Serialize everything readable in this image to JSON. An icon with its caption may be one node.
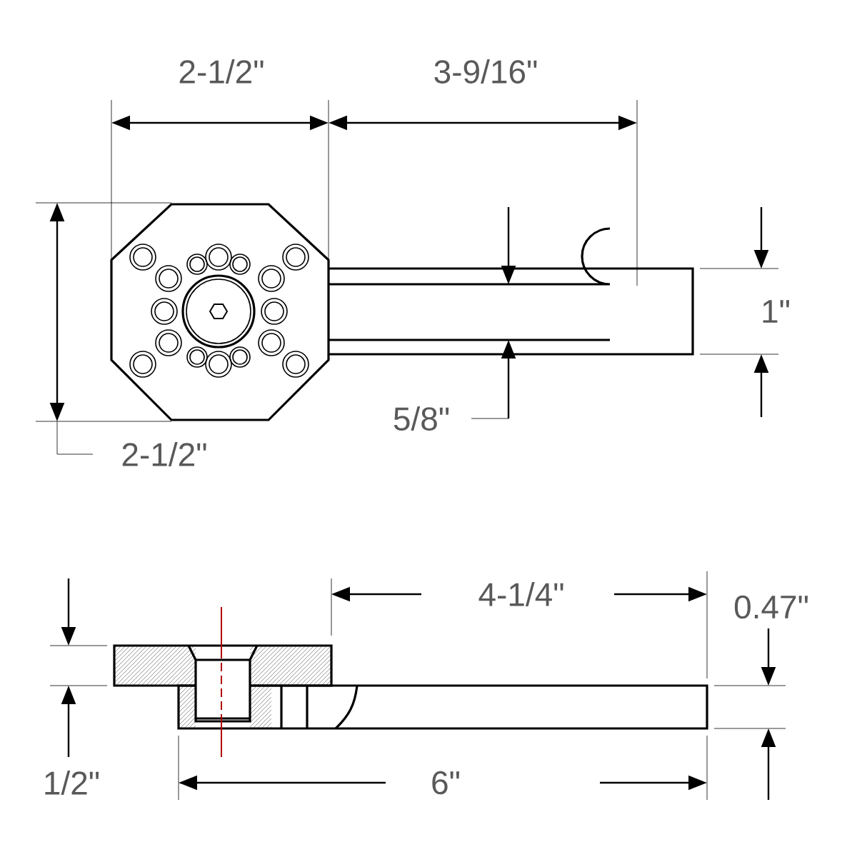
{
  "diagram": {
    "labels": [
      "2-1/2\"",
      "3-9/16\"",
      "1\"",
      "5/8\"",
      "2-1/2\"",
      "4-1/4\"",
      "0.47\"",
      "1/2\"",
      "6\""
    ]
  }
}
